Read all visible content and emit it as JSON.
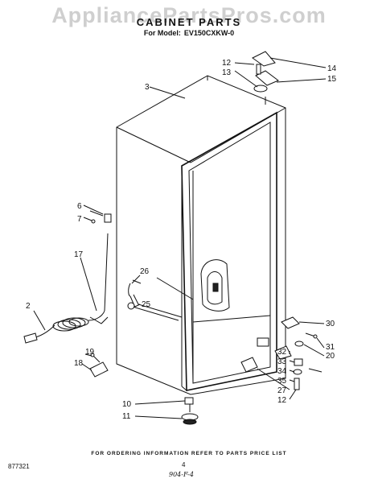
{
  "header": {
    "watermark": "AppliancePartsPros.com",
    "title": "CABINET PARTS",
    "model_prefix": "For Model:",
    "model_number": "EV150CXKW-0"
  },
  "callouts": {
    "c2": "2",
    "c3": "3",
    "c6": "6",
    "c7": "7",
    "c10": "10",
    "c11": "11",
    "c12a": "12",
    "c12b": "12",
    "c13": "13",
    "c14": "14",
    "c15": "15",
    "c17": "17",
    "c18": "18",
    "c19": "19",
    "c20": "20",
    "c25": "25",
    "c26": "26",
    "c27": "27",
    "c30": "30",
    "c31": "31",
    "c32": "32",
    "c33": "33",
    "c34": "34",
    "c35": "35"
  },
  "footer": {
    "note": "FOR ORDERING INFORMATION REFER TO PARTS PRICE LIST",
    "doc_id": "877321",
    "page": "4",
    "handwritten": "904-F-4"
  }
}
